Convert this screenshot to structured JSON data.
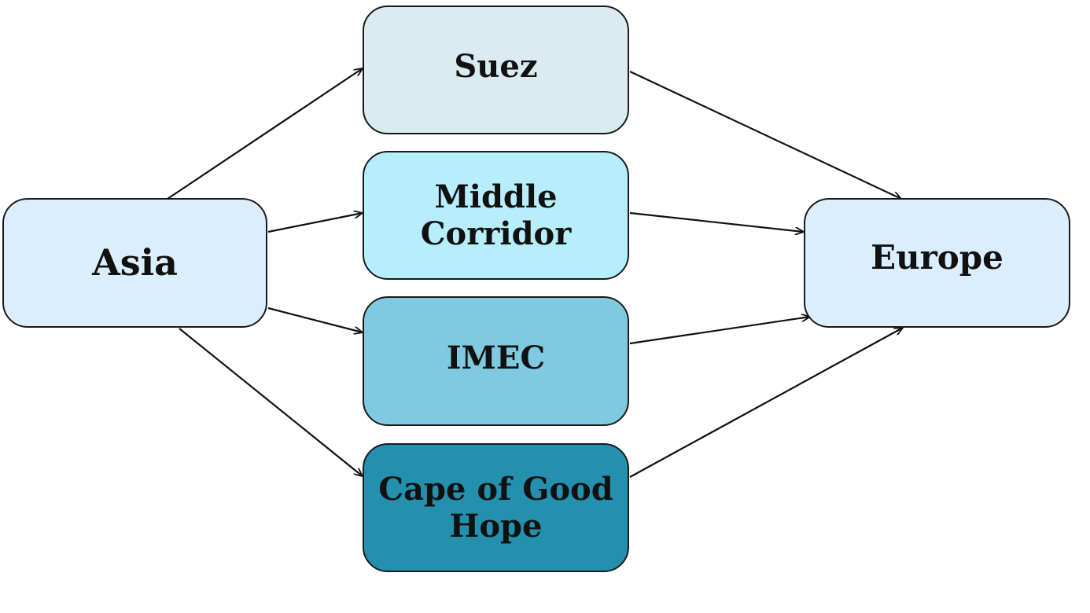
{
  "nodes": {
    "asia": {
      "label": "Asia",
      "color": "#dbeefd"
    },
    "suez": {
      "label": "Suez",
      "color": "#daecf2"
    },
    "middle_corridor": {
      "label_line1": "Middle",
      "label_line2": "Corridor",
      "color": "#b7eefb"
    },
    "imec": {
      "label": "IMEC",
      "color": "#7fcae0"
    },
    "cape_of_good_hope": {
      "label_line1": "Cape of Good",
      "label_line2": "Hope",
      "color": "#2391ae"
    },
    "europe": {
      "label": "Europe",
      "color": "#dbeefd"
    }
  },
  "edges": [
    {
      "from": "Asia",
      "to": "Suez"
    },
    {
      "from": "Asia",
      "to": "Middle Corridor"
    },
    {
      "from": "Asia",
      "to": "IMEC"
    },
    {
      "from": "Asia",
      "to": "Cape of Good Hope"
    },
    {
      "from": "Suez",
      "to": "Europe"
    },
    {
      "from": "Middle Corridor",
      "to": "Europe"
    },
    {
      "from": "IMEC",
      "to": "Europe"
    },
    {
      "from": "Cape of Good Hope",
      "to": "Europe"
    }
  ],
  "colors": {
    "stroke": "#111111",
    "text": "#111111"
  }
}
